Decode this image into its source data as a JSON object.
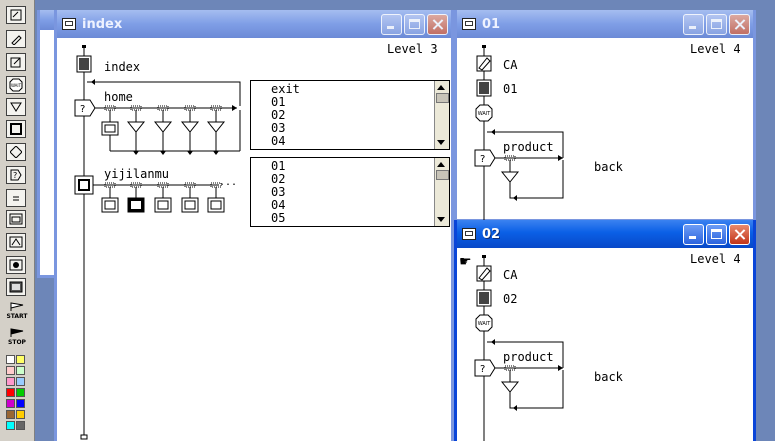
{
  "palette": {
    "tools": [
      "display-icon",
      "interaction-icon",
      "calculation-icon",
      "wait-icon",
      "navigate-icon",
      "framework-icon",
      "decision-icon",
      "interaction-question-icon",
      "calculation-equals-icon",
      "digital-movie-icon",
      "movie-icon",
      "sound-icon",
      "video-icon"
    ],
    "start_label": "START",
    "stop_label": "STOP",
    "colors": [
      "#ffffff",
      "#ffff66",
      "#ffcccc",
      "#ccffcc",
      "#ff99cc",
      "#99ccff",
      "#ff0000",
      "#00cc00",
      "#cc00cc",
      "#0000ff",
      "#996633",
      "#ffcc00",
      "#00ffff",
      "#666666"
    ]
  },
  "win_back": {
    "title": ""
  },
  "win_index": {
    "title": "index",
    "level": "Level 3",
    "root_label": "index",
    "home_label": "home",
    "nav_label": "yijilanmu",
    "list1": [
      "exit",
      "01",
      "02",
      "03",
      "04"
    ],
    "list2": [
      "01",
      "02",
      "03",
      "04",
      "05"
    ],
    "dots": "..."
  },
  "win_01": {
    "title": "01",
    "level": "Level 4",
    "ca_label": "CA",
    "map_label": "01",
    "product_label": "product",
    "back_label": "back"
  },
  "win_02": {
    "title": "02",
    "level": "Level 4",
    "ca_label": "CA",
    "map_label": "02",
    "product_label": "product",
    "back_label": "back"
  }
}
